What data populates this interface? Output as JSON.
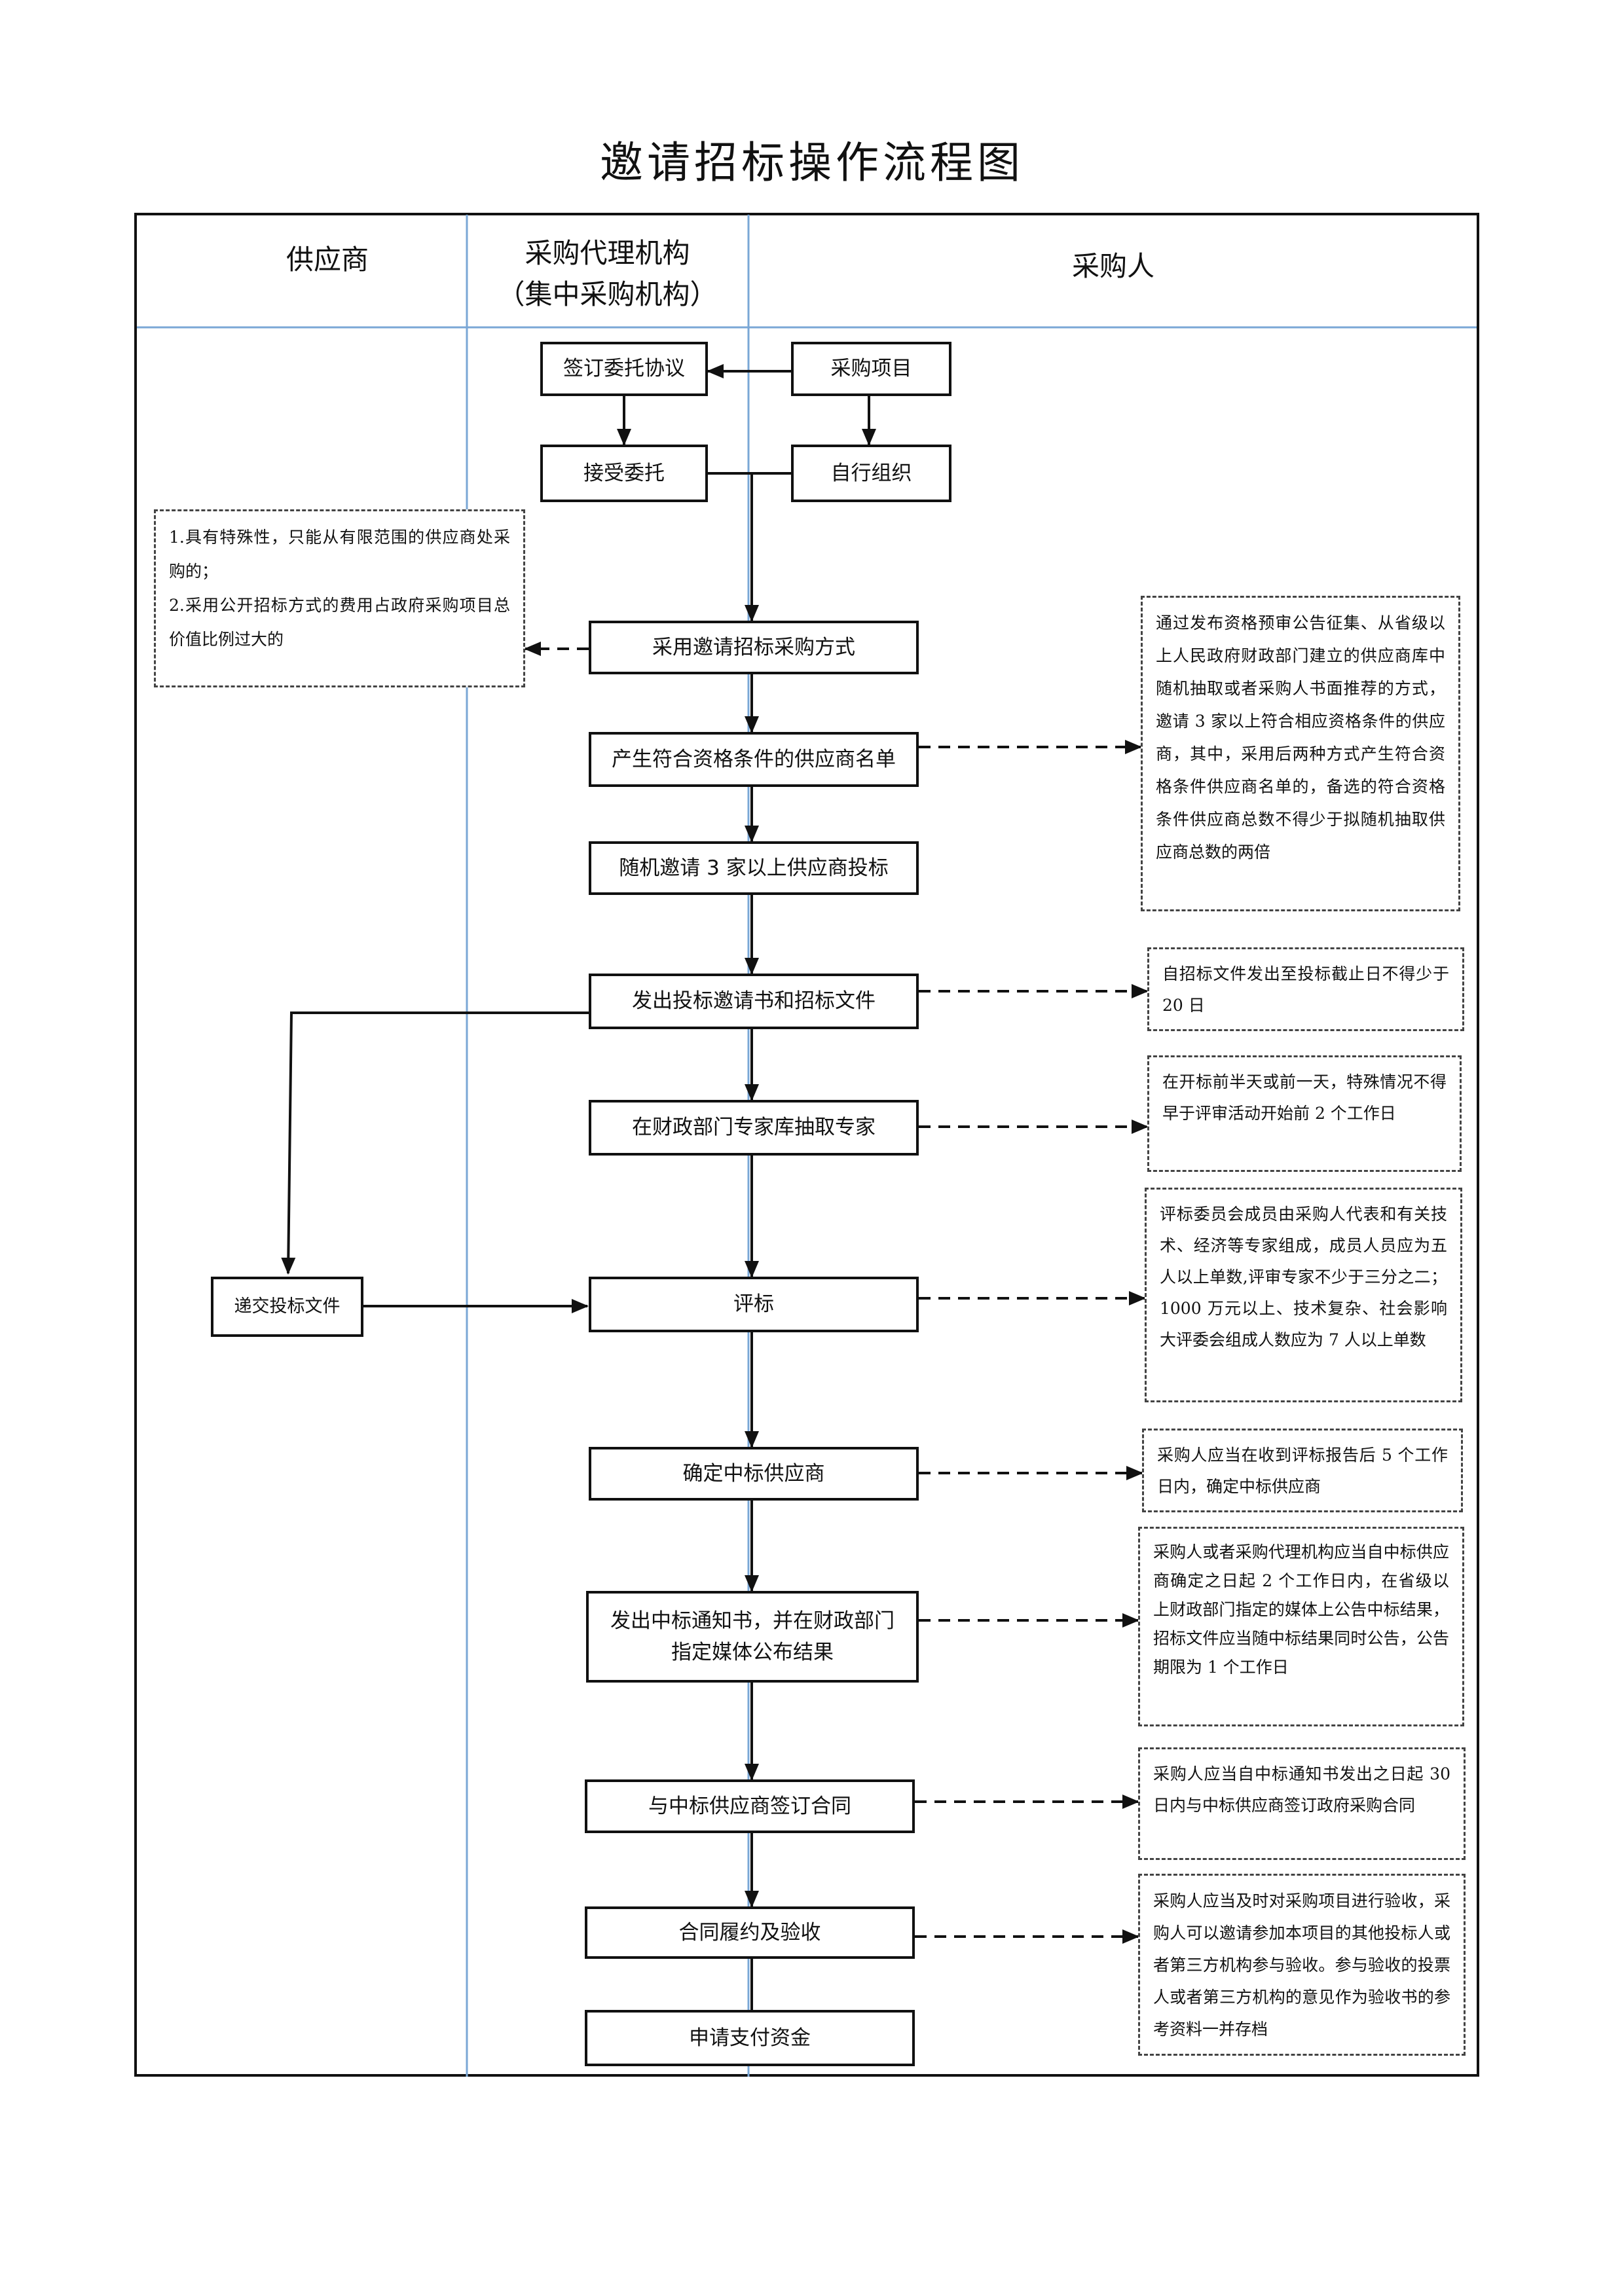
{
  "title": "邀请招标操作流程图",
  "lanes": {
    "supplier": "供应商",
    "agency_line1": "采购代理机构",
    "agency_line2": "（集中采购机构）",
    "purchaser": "采购人"
  },
  "steps": {
    "sign_agreement": "签订委托协议",
    "procurement_project": "采购项目",
    "accept_entrust": "接受委托",
    "self_organize": "自行组织",
    "adopt_method": "采用邀请招标采购方式",
    "generate_list": "产生符合资格条件的供应商名单",
    "random_invite": "随机邀请 3 家以上供应商投标",
    "issue_docs": "发出投标邀请书和招标文件",
    "draw_experts": "在财政部门专家库抽取专家",
    "submit_bid": "递交投标文件",
    "evaluate": "评标",
    "confirm_winner": "确定中标供应商",
    "notify_line1": "发出中标通知书，并在财政部门",
    "notify_line2": "指定媒体公布结果",
    "sign_contract": "与中标供应商签订合同",
    "perform_accept": "合同履约及验收",
    "apply_payment": "申请支付资金"
  },
  "notes": {
    "conditions": [
      "1.具有特殊性，只能从有限范围的供应商处采购的；",
      "2.采用公开招标方式的费用占政府采购项目总价值比例过大的"
    ],
    "qualification": "通过发布资格预审公告征集、从省级以上人民政府财政部门建立的供应商库中随机抽取或者采购人书面推荐的方式，邀请 3 家以上符合相应资格条件的供应商，其中，采用后两种方式产生符合资格条件供应商名单的，备选的符合资格条件供应商总数不得少于拟随机抽取供应商总数的两倍",
    "bid_period": "自招标文件发出至投标截止日不得少于 20 日",
    "expert_timing": "在开标前半天或前一天，特殊情况不得早于评审活动开始前 2 个工作日",
    "committee": "评标委员会成员由采购人代表和有关技术、经济等专家组成，成员人员应为五人以上单数,评审专家不少于三分之二；1000 万元以上、技术复杂、社会影响大评委会组成人数应为 7 人以上单数",
    "confirm_deadline": "采购人应当在收到评标报告后 5 个工作日内，确定中标供应商",
    "announce": "采购人或者采购代理机构应当自中标供应商确定之日起 2 个工作日内，在省级以上财政部门指定的媒体上公告中标结果，招标文件应当随中标结果同时公告，公告期限为 1 个工作日",
    "contract_deadline": "采购人应当自中标通知书发出之日起 30 日内与中标供应商签订政府采购合同",
    "acceptance": "采购人应当及时对采购项目进行验收，采购人可以邀请参加本项目的其他投标人或者第三方机构参与验收。参与验收的投票人或者第三方机构的意见作为验收书的参考资料一并存档"
  }
}
